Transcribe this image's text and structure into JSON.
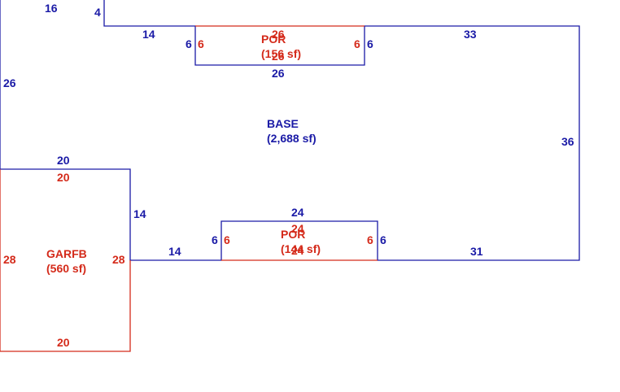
{
  "colors": {
    "base": "#1a1aa6",
    "addition": "#d42a1a"
  },
  "base": {
    "name": "BASE",
    "area": "(2,688 sf)",
    "dims": {
      "top_left_width": "16",
      "notch_depth": "4",
      "left_height": "26",
      "top_mid_width": "14",
      "top_right_width": "33",
      "right_height": "36",
      "bottom_right_width": "31",
      "bottom_mid_width": "14",
      "step_height": "14",
      "step_width": "20",
      "porch_top_cut_depth_left": "6",
      "porch_top_cut_depth_right": "6",
      "porch_top_cut_width": "26",
      "porch_bottom_cut_depth_left": "6",
      "porch_bottom_cut_depth_right": "6",
      "porch_bottom_cut_width": "24"
    }
  },
  "porch_top": {
    "name": "POR",
    "area": "(156 sf)",
    "dims": {
      "top": "26",
      "bottom": "26",
      "left": "6",
      "right": "6"
    }
  },
  "porch_bottom": {
    "name": "POR",
    "area": "(144 sf)",
    "dims": {
      "top": "24",
      "bottom": "24",
      "left": "6",
      "right": "6"
    }
  },
  "garage": {
    "name": "GARFB",
    "area": "(560 sf)",
    "dims": {
      "top": "20",
      "bottom": "20",
      "left": "28",
      "right": "28"
    }
  }
}
